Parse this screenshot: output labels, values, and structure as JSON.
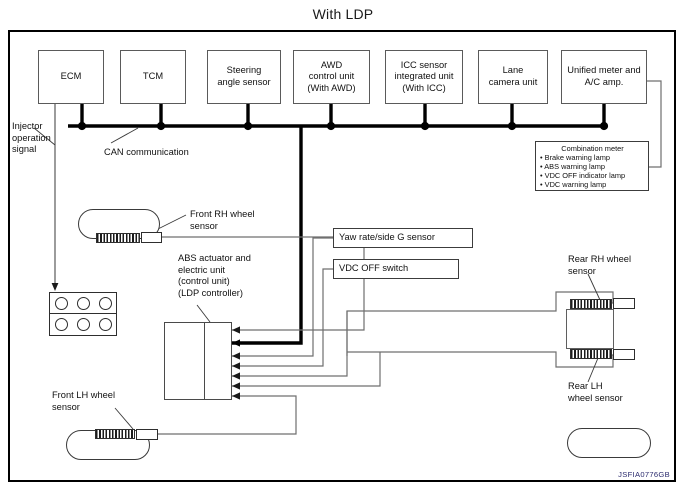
{
  "title": "With LDP",
  "figure_id": "JSFIA0776GB",
  "can_bus": {
    "label": "CAN communication",
    "nodes": [
      {
        "id": "ecm",
        "label": "ECM"
      },
      {
        "id": "tcm",
        "label": "TCM"
      },
      {
        "id": "steering-angle-sensor",
        "label": "Steering\nangle sensor"
      },
      {
        "id": "awd-control-unit",
        "label": "AWD\ncontrol unit\n(With AWD)"
      },
      {
        "id": "icc-sensor-integrated-unit",
        "label": "ICC sensor\nintegrated unit\n(With ICC)"
      },
      {
        "id": "lane-camera-unit",
        "label": "Lane\ncamera unit"
      },
      {
        "id": "unified-meter-ac-amp",
        "label": "Unified meter and\nA/C amp."
      }
    ]
  },
  "combination_meter": {
    "title": "Combination meter",
    "items": [
      "• Brake warning lamp",
      "• ABS warning lamp",
      "• VDC OFF indicator lamp",
      "• VDC warning lamp"
    ]
  },
  "callouts": {
    "injector_operation_signal": "Injector\noperation\nsignal",
    "front_rh_wheel_sensor": "Front RH wheel\nsensor",
    "front_lh_wheel_sensor": "Front LH wheel\nsensor",
    "rear_rh_wheel_sensor": "Rear RH wheel\nsensor",
    "rear_lh_wheel_sensor": "Rear LH\nwheel sensor",
    "abs_actuator": "ABS actuator and\nelectric unit\n(control unit)\n(LDP controller)"
  },
  "inputs": [
    {
      "id": "yaw-rate-side-g-sensor",
      "label": "Yaw rate/side G sensor"
    },
    {
      "id": "vdc-off-switch",
      "label": "VDC OFF switch"
    }
  ],
  "colors": {
    "bus": "#000000",
    "wire": "#6f6f6f",
    "frame": "#000000",
    "box_border": "#5a5a5a",
    "figure_id": "#2b2b6e"
  }
}
